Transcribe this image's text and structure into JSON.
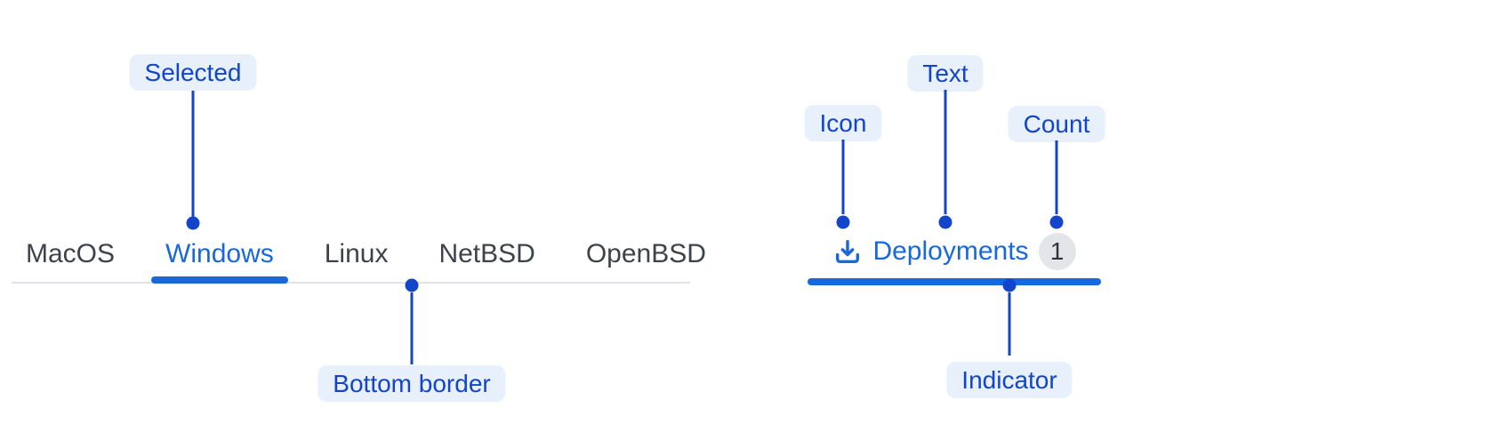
{
  "colors": {
    "tab_accent": "#1868DB",
    "annotation": "#1245C9",
    "annotation_pill_bg": "#E8F0FC",
    "tab_text": "#3E434B",
    "tabbar_border": "#E1E3E6",
    "badge_bg": "#E3E5E9",
    "badge_text": "#30343A"
  },
  "left_example": {
    "tabs": [
      {
        "label": "MacOS",
        "selected": false
      },
      {
        "label": "Windows",
        "selected": true
      },
      {
        "label": "Linux",
        "selected": false
      },
      {
        "label": "NetBSD",
        "selected": false
      },
      {
        "label": "OpenBSD",
        "selected": false
      }
    ],
    "annotations": {
      "selected": "Selected",
      "bottom_border": "Bottom border"
    }
  },
  "right_example": {
    "tab": {
      "icon": "download-icon",
      "label": "Deployments",
      "count": "1"
    },
    "annotations": {
      "icon": "Icon",
      "text": "Text",
      "count": "Count",
      "indicator": "Indicator"
    }
  }
}
